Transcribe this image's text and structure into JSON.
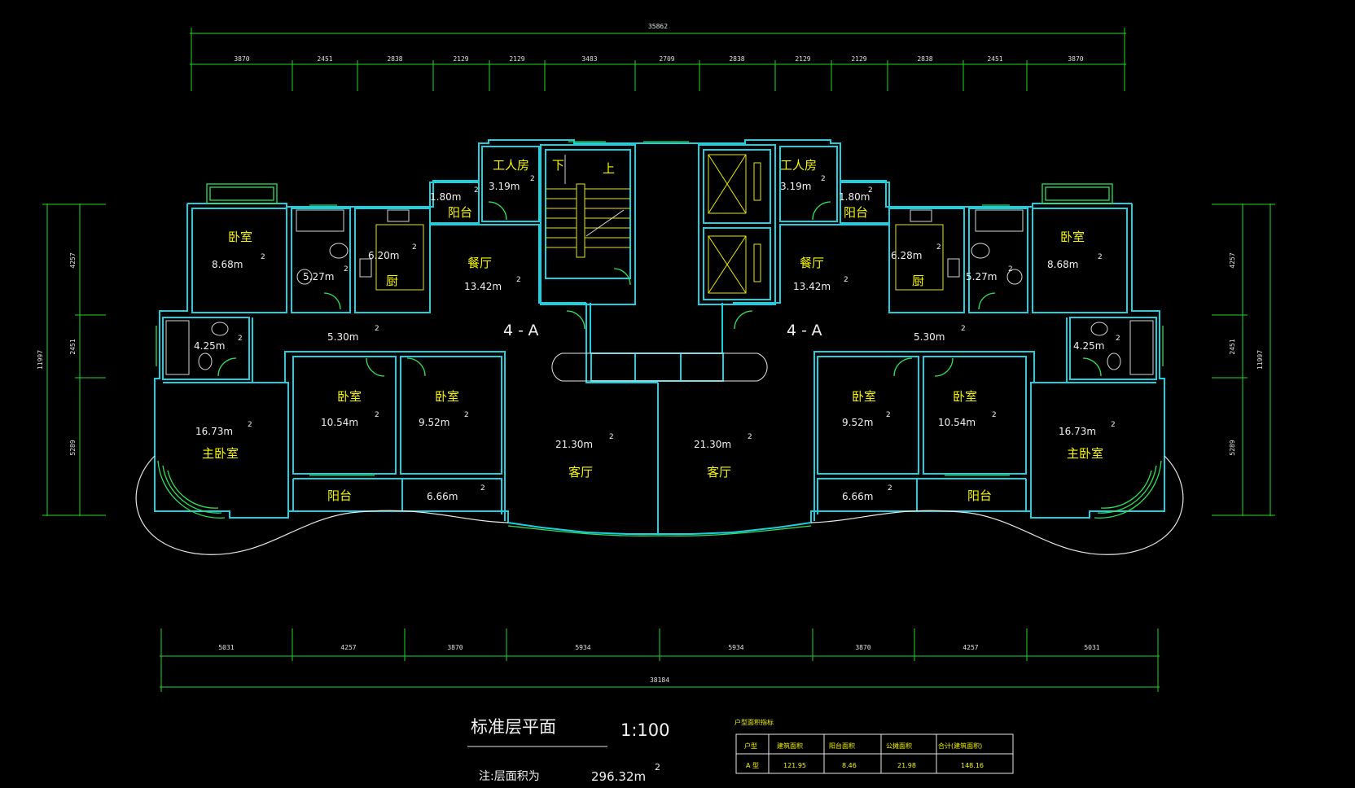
{
  "dims_top": {
    "total": "35862",
    "segments": [
      "3870",
      "2451",
      "2838",
      "2129",
      "2129",
      "3483",
      "2709",
      "2838",
      "2129",
      "2129",
      "2838",
      "2451",
      "3870"
    ]
  },
  "dims_bottom": {
    "total": "38184",
    "segments": [
      "5031",
      "4257",
      "3870",
      "5934",
      "5934",
      "3870",
      "4257",
      "5031"
    ]
  },
  "dims_left": {
    "total": "11997",
    "segments": [
      "4257",
      "2451",
      "5289"
    ]
  },
  "dims_right": {
    "total": "11997",
    "segments": [
      "4257",
      "2451",
      "5289"
    ]
  },
  "rooms": {
    "bedroom": "卧室",
    "master_bedroom": "主卧室",
    "living": "客厅",
    "dining": "餐厅",
    "kitchen": "厨",
    "balcony": "阳台",
    "maid": "工人房",
    "stair_down": "下",
    "stair_up": "上"
  },
  "areas": {
    "a_8_68": "8.68m",
    "a_5_27": "5.27m",
    "a_6_20": "6.20m",
    "a_6_28": "6.28m",
    "a_13_42": "13.42m",
    "a_3_19": "3.19m",
    "a_1_80": "1.80m",
    "a_5_30": "5.30m",
    "a_4_25": "4.25m",
    "a_16_73": "16.73m",
    "a_10_54": "10.54m",
    "a_9_52": "9.52m",
    "a_21_30": "21.30m",
    "a_6_66": "6.66m",
    "sup": "2"
  },
  "unit_label": "4-A",
  "title": "标准层平面",
  "scale": "1:100",
  "note_label": "注:层面积为",
  "note_value": "296.32m",
  "note_sup": "2",
  "table": {
    "caption": "户型面积指标",
    "headers": [
      "户型",
      "建筑面积",
      "阳台面积",
      "公摊面积",
      "合计(建筑面积)"
    ],
    "row": [
      "A 型",
      "121.95",
      "8.46",
      "21.98",
      "148.16"
    ]
  },
  "colors": {
    "background": "#000000",
    "wall": "#1ecfe0",
    "window": "#2ee05a",
    "room_label": "#f5f500",
    "dimension": "#1fd81f"
  }
}
